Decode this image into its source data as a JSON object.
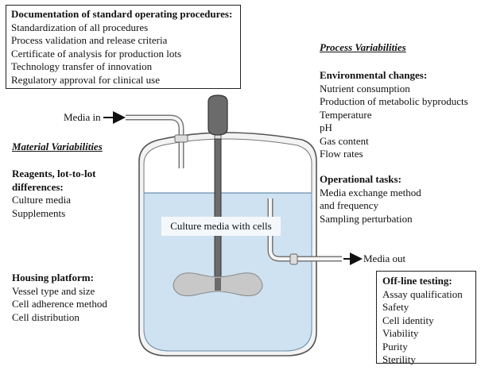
{
  "sop_box": {
    "title": "Documentation of standard operating procedures:",
    "items": [
      "Standardization of all procedures",
      "Process validation and release criteria",
      "Certificate of analysis for production lots",
      "Technology transfer of innovation",
      "Regulatory approval for clinical use"
    ]
  },
  "process_variabilities": {
    "heading": "Process Variabilities",
    "environmental": {
      "title": "Environmental changes:",
      "items": [
        "Nutrient consumption",
        "Production of metabolic byproducts",
        "Temperature",
        "pH",
        "Gas content",
        "Flow rates"
      ]
    },
    "operational": {
      "title": "Operational tasks:",
      "items": [
        "Media exchange method",
        "and frequency",
        "Sampling perturbation"
      ]
    }
  },
  "material_variabilities": {
    "heading": "Material Variabilities",
    "reagents": {
      "title_line1": "Reagents, lot-to-lot",
      "title_line2": "differences:",
      "items": [
        "Culture media",
        "Supplements"
      ]
    },
    "housing": {
      "title": "Housing platform:",
      "items": [
        "Vessel type and size",
        "Cell adherence method",
        "Cell distribution"
      ]
    }
  },
  "bioreactor": {
    "media_in": "Media in",
    "media_out": "Media out",
    "center_label": "Culture media with cells",
    "colors": {
      "media": "#c9dff0",
      "vessel": "#f2f2f2",
      "stroke": "#555555",
      "impeller": "#c8c8c8",
      "shaft": "#6b6b6b"
    }
  },
  "offline_box": {
    "title": "Off-line testing:",
    "items": [
      "Assay qualification",
      "Safety",
      "Cell identity",
      "Viability",
      "Purity",
      "Sterility"
    ]
  }
}
